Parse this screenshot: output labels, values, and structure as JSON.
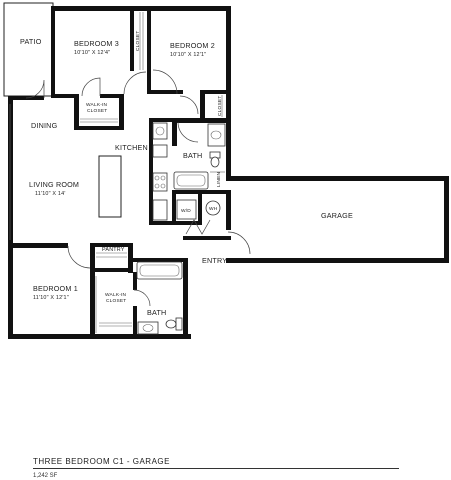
{
  "plan": {
    "rooms": {
      "patio": "PATIO",
      "bedroom3": {
        "name": "BEDROOM 3",
        "dims": "10'10\" X 12'4\""
      },
      "bedroom2": {
        "name": "BEDROOM 2",
        "dims": "10'10\" X 12'1\""
      },
      "closet_top": "CLOSET",
      "closet_right": "CLOSET",
      "walkin_closet_top": [
        "WALK-IN",
        "CLOSET"
      ],
      "dining": "DINING",
      "kitchen": "KITCHEN",
      "bath_upper": "BATH",
      "linen": "LINEN",
      "living_room": {
        "name": "LIVING ROOM",
        "dims": "11'10\" X 14'"
      },
      "washer_dryer": "W/D",
      "water_heater": "WH",
      "garage": "GARAGE",
      "pantry": "PANTRY",
      "entry": "ENTRY",
      "bedroom1": {
        "name": "BEDROOM 1",
        "dims": "11'10\" X 12'1\""
      },
      "walkin_closet_bottom": [
        "WALK-IN",
        "CLOSET"
      ],
      "bath_lower": "BATH"
    }
  },
  "caption": {
    "title": "THREE BEDROOM C1 - GARAGE",
    "area": "1,242 SF"
  }
}
